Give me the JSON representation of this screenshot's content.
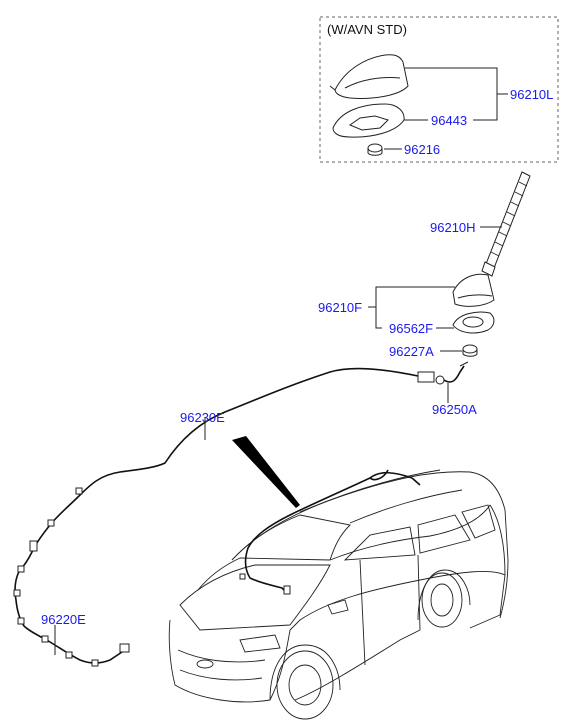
{
  "option_box": {
    "label": "(W/AVN STD)"
  },
  "parts": {
    "p96210L": "96210L",
    "p96443": "96443",
    "p96216": "96216",
    "p96210H": "96210H",
    "p96210F": "96210F",
    "p96562F": "96562F",
    "p96227A": "96227A",
    "p96250A": "96250A",
    "p96230E": "96230E",
    "p96220E": "96220E"
  },
  "colors": {
    "part_number": "#1a1aee",
    "line": "#222222"
  }
}
